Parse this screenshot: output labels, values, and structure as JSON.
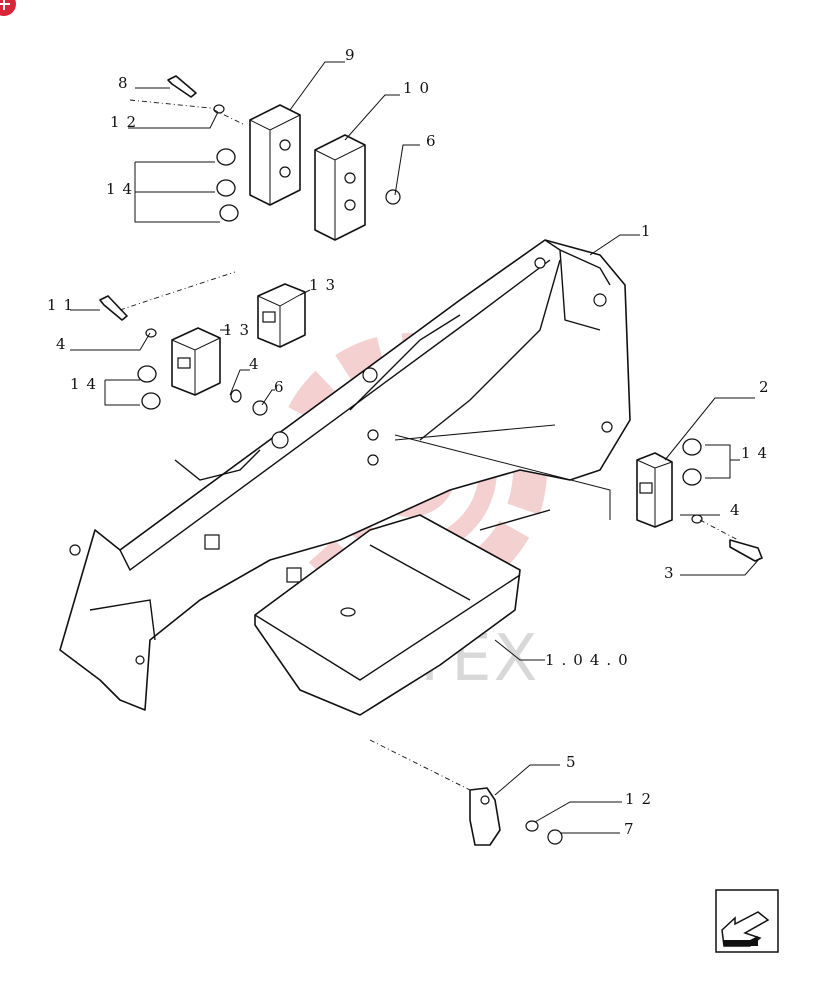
{
  "watermark": {
    "text": "ИНТЕХ",
    "color": "#e8a0a0"
  },
  "corner_badge_color": "#d9253a",
  "callouts": [
    {
      "id": "c1",
      "text": "1"
    },
    {
      "id": "c2",
      "text": "2"
    },
    {
      "id": "c3",
      "text": "3"
    },
    {
      "id": "c4a",
      "text": "4"
    },
    {
      "id": "c4b",
      "text": "4"
    },
    {
      "id": "c4c",
      "text": "4"
    },
    {
      "id": "c5",
      "text": "5"
    },
    {
      "id": "c6a",
      "text": "6"
    },
    {
      "id": "c6b",
      "text": "6"
    },
    {
      "id": "c7",
      "text": "7"
    },
    {
      "id": "c8",
      "text": "8"
    },
    {
      "id": "c9",
      "text": "9"
    },
    {
      "id": "c10",
      "text": "10"
    },
    {
      "id": "c11",
      "text": "11"
    },
    {
      "id": "c12a",
      "text": "12"
    },
    {
      "id": "c12b",
      "text": "12"
    },
    {
      "id": "c13a",
      "text": "13"
    },
    {
      "id": "c13b",
      "text": "13"
    },
    {
      "id": "c14a",
      "text": "14"
    },
    {
      "id": "c14b",
      "text": "14"
    },
    {
      "id": "c14c",
      "text": "14"
    },
    {
      "id": "cref",
      "text": "1.04.0"
    }
  ],
  "nav_icon": "arrow-back-icon"
}
